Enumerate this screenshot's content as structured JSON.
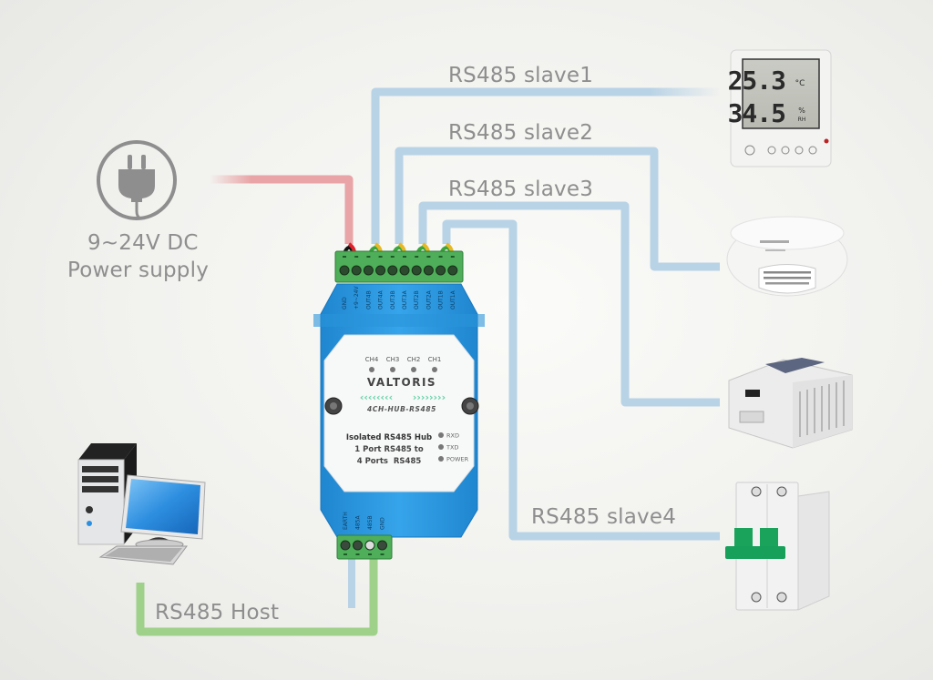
{
  "diagram": {
    "title": "4-Channel Isolated RS485 Hub wiring",
    "power": {
      "icon": "plug-icon",
      "label_line1": "9~24V DC",
      "label_line2": "Power supply",
      "wire_color": "#e8a4a6"
    },
    "host": {
      "icon": "desktop-computer-icon",
      "label": "RS485 Host",
      "wire_color": "#9fd18a"
    },
    "slaves": [
      {
        "label": "RS485 slave1",
        "device": "temperature-humidity-display"
      },
      {
        "label": "RS485 slave2",
        "device": "smoke-detector"
      },
      {
        "label": "RS485 slave3",
        "device": "plc-controller"
      },
      {
        "label": "RS485 slave4",
        "device": "circuit-breaker"
      }
    ],
    "slave_wire_color": "#b9d3e6",
    "thermo_display": {
      "temperature": "25.3",
      "temp_unit": "°C",
      "humidity": "34.5",
      "hum_unit": "%",
      "hum_unit2": "RH"
    },
    "hub": {
      "brand": "VALTORIS",
      "model": "4CH-HUB-RS485",
      "desc_line1": "Isolated RS485 Hub",
      "desc_line2": "1 Port RS485 to",
      "desc_line3": "4 Ports  RS485",
      "top_pins": [
        "GND",
        "+9~24V",
        "OUT4B",
        "OUT4A",
        "OUT3B",
        "OUT3A",
        "OUT2B",
        "OUT2A",
        "OUT1B",
        "OUT1A"
      ],
      "bottom_pins": [
        "EARTH",
        "485A",
        "485B",
        "GND"
      ],
      "channels": [
        "CH4",
        "CH3",
        "CH2",
        "CH1"
      ],
      "indicators": [
        "RXD",
        "TXD",
        "POWER"
      ],
      "body_color": "#2f9be0",
      "terminal_color": "#4fae5a"
    }
  }
}
